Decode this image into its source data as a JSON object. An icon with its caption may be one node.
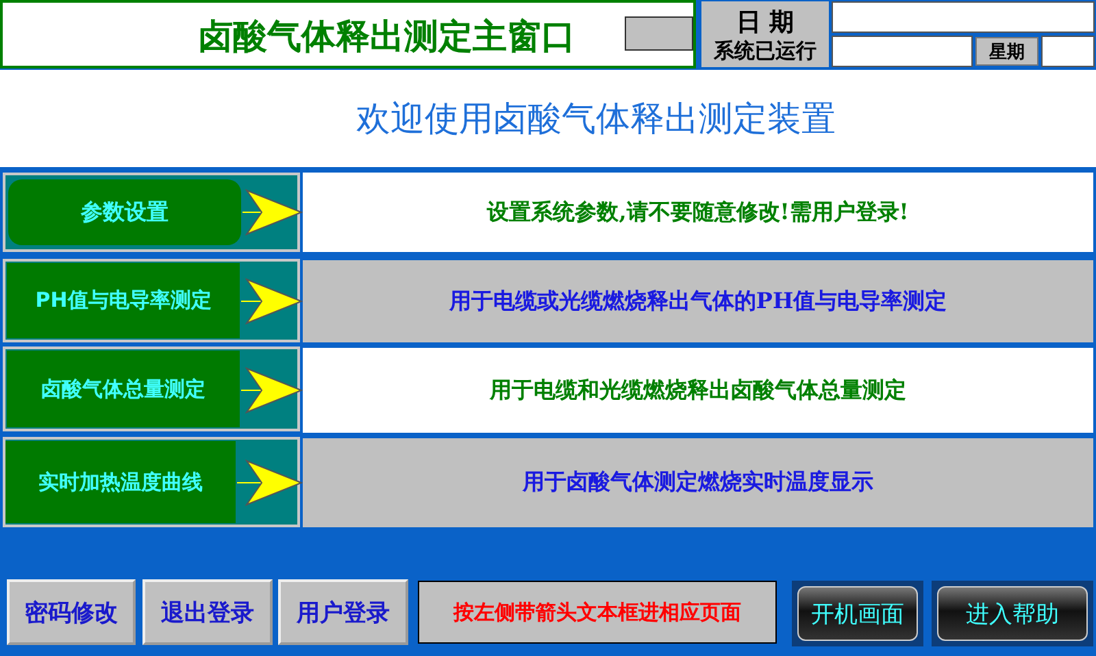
{
  "diagram": {
    "title": "卤酸气体释出测定主窗口",
    "nodes": [
      {
        "text": [
          "日 期",
          "系统已运行"
        ]
      },
      {
        "text": [
          "星期"
        ]
      },
      {
        "text": [
          "欢迎使用卤酸气体释出测定装置"
        ]
      },
      {
        "text": [
          "参数设置"
        ]
      },
      {
        "text": [
          "设置系统参数,请不要随意修改!需用户登录!"
        ]
      },
      {
        "text": [
          "PH值与电导率测定"
        ]
      },
      {
        "text": [
          "用于电缆或光缆燃烧释出气体的PH值与电导率测定"
        ]
      },
      {
        "text": [
          "卤酸气体总量测定"
        ]
      },
      {
        "text": [
          "用于电缆和光缆燃烧释出卤酸气体总量测定"
        ]
      },
      {
        "text": [
          "实时加热温度曲线"
        ]
      },
      {
        "text": [
          "用于卤酸气体测定燃烧实时温度显示"
        ]
      },
      {
        "text": [
          "密码修改"
        ]
      },
      {
        "text": [
          "退出登录"
        ]
      },
      {
        "text": [
          "用户登录"
        ]
      },
      {
        "text": [
          "按左侧带箭头文本框进相应页面"
        ]
      },
      {
        "text": [
          "开机画面"
        ]
      },
      {
        "text": [
          "进入帮助"
        ]
      }
    ],
    "edges": [
      {
        "from": 3,
        "to": 4,
        "arrow": "to"
      },
      {
        "from": 5,
        "to": 6,
        "arrow": "to"
      },
      {
        "from": 7,
        "to": 8,
        "arrow": "to"
      },
      {
        "from": 9,
        "to": 10,
        "arrow": "to"
      }
    ]
  }
}
